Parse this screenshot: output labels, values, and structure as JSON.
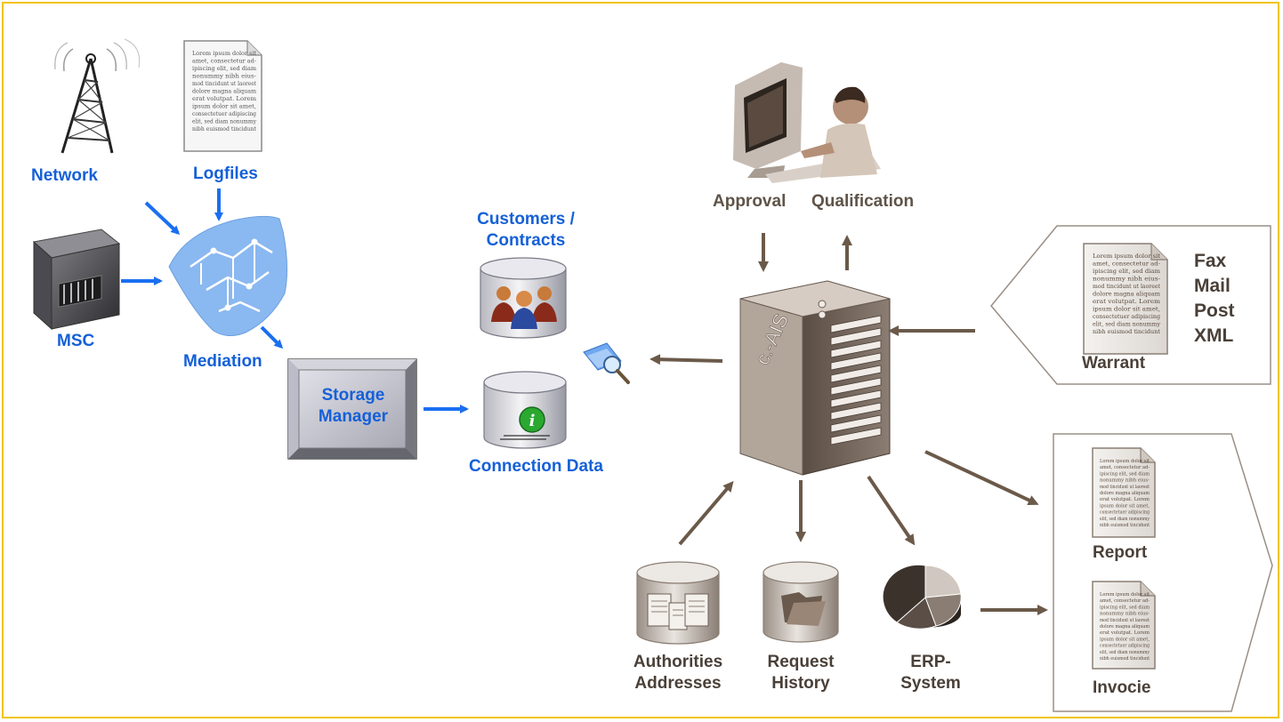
{
  "labels": {
    "network": "Network",
    "logfiles": "Logfiles",
    "msc": "MSC",
    "mediation": "Mediation",
    "storage_manager_1": "Storage",
    "storage_manager_2": "Manager",
    "customers_1": "Customers /",
    "customers_2": "Contracts",
    "connection_data": "Connection Data",
    "approval": "Approval",
    "qualification": "Qualification",
    "server_brand": "c.-AIS",
    "warrant": "Warrant",
    "channels": [
      "Fax",
      "Mail",
      "Post",
      "XML"
    ],
    "report": "Report",
    "invoice": "Invocie",
    "authorities_1": "Authorities",
    "authorities_2": "Addresses",
    "request_1": "Request",
    "request_2": "History",
    "erp_1": "ERP-",
    "erp_2": "System"
  },
  "doc_text": [
    "Lorem ipsum dolor sit",
    "amet, consectetur ad-",
    "ipiscing elit, sed diam",
    "nonummy nibh eius-",
    "mod tincidunt ut laoreet",
    "dolore magna aliquam",
    "erat volutpat. Lorem",
    "ipsum dolor sit amet,",
    "consectetuer adipiscing",
    "elit, sed diam nonummy",
    "nibh euismod tincidunt"
  ],
  "colors": {
    "blue_label": "#1560d8",
    "blue_arrow": "#1a6ff0",
    "brown_arrow": "#6b5a4a",
    "frame": "#f0c400"
  }
}
